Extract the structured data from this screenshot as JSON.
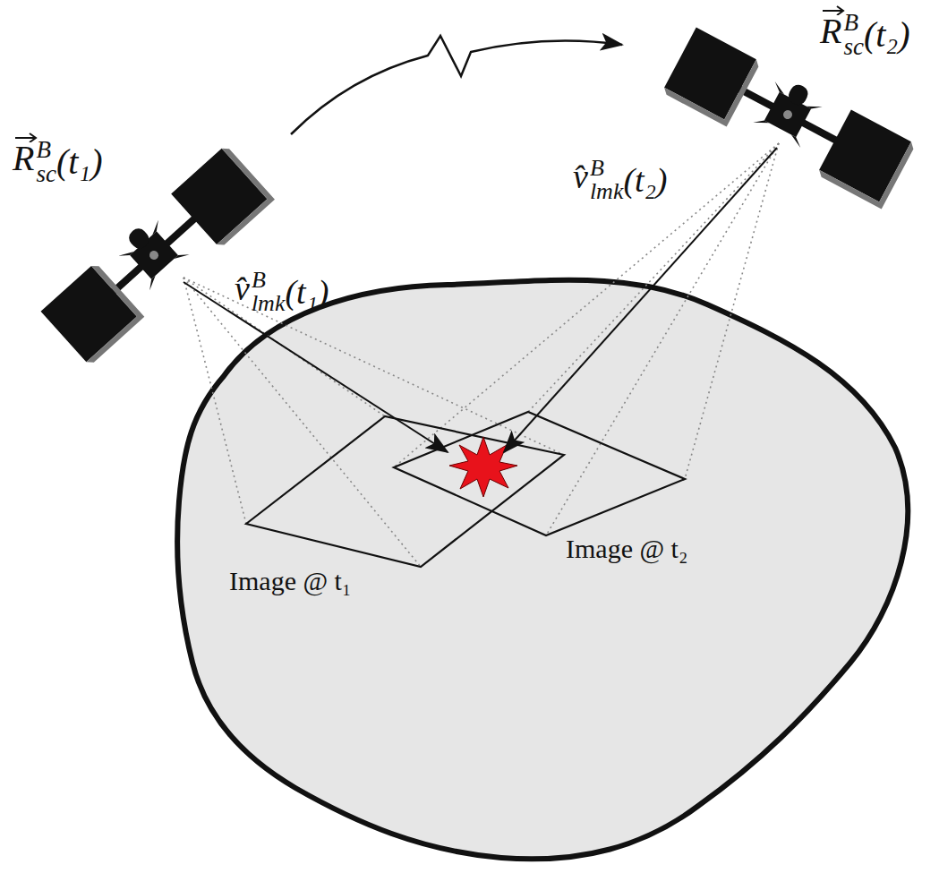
{
  "diagram": {
    "labels": [
      "R",
      "B",
      "sc",
      "(t₁)",
      "R",
      "B",
      "sc",
      "(t₂)",
      "v̂",
      "B",
      "lmk",
      "(t₁)",
      "v̂",
      "B",
      "lmk",
      "(t₂)",
      "Image @ t₁",
      "Image @ t₂"
    ]
  }
}
